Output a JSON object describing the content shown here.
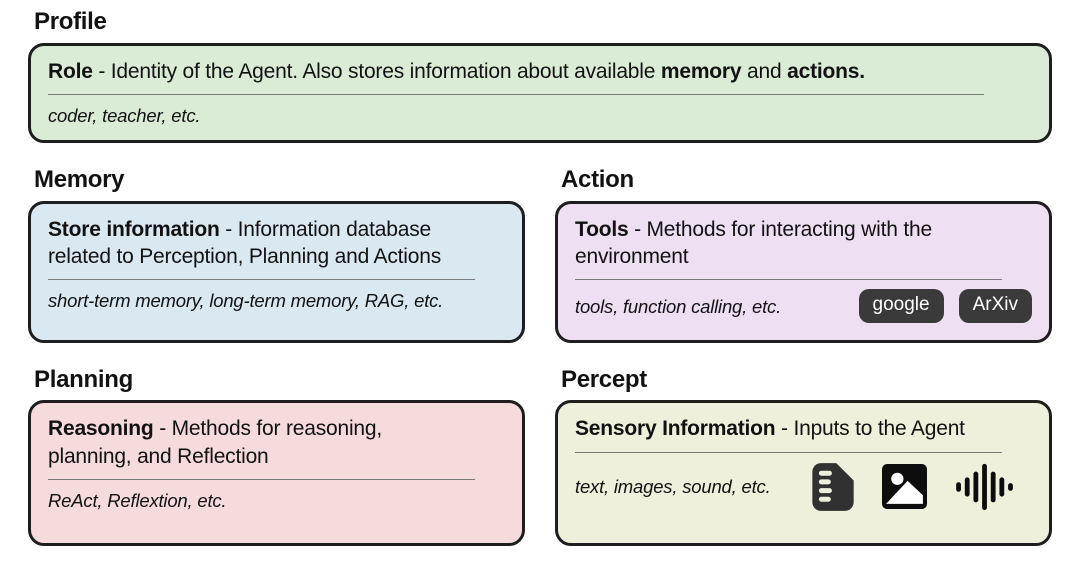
{
  "colors": {
    "border": "#1e1e1e",
    "divider": "#7a7a7a",
    "text": "#121212",
    "chip_bg": "#3a3a3a",
    "chip_text": "#ffffff",
    "file_icon": "#313131",
    "file_icon_dash": "#eff0dc",
    "image_icon": "#0d0d0d",
    "waveform_icon": "#0d0d0d"
  },
  "profile": {
    "heading": "Profile",
    "term": "Role",
    "sep": " - ",
    "desc_pre": "Identity of the Agent. Also stores information about available ",
    "bold_memory": "memory",
    "desc_mid": " and ",
    "bold_actions": "actions.",
    "example": "coder, teacher, etc.",
    "bg": "#daecd6"
  },
  "memory": {
    "heading": "Memory",
    "term": "Store information",
    "sep": " - ",
    "desc": "Information database\nrelated to Perception, Planning and Actions",
    "example": "short-term memory, long-term memory, RAG, etc.",
    "bg": "#dae8f1"
  },
  "action": {
    "heading": "Action",
    "term": "Tools",
    "sep": " - ",
    "desc": "Methods for interacting with the\nenvironment",
    "example": "tools, function calling, etc.",
    "chips": [
      "google",
      "ArXiv"
    ],
    "bg": "#eedff3"
  },
  "planning": {
    "heading": "Planning",
    "term": "Reasoning",
    "sep": " - ",
    "desc": "Methods for reasoning,\nplanning, and Reflection",
    "example": "ReAct, Reflextion, etc.",
    "bg": "#f5dbdb"
  },
  "percept": {
    "heading": "Percept",
    "term": "Sensory Information",
    "sep": " - ",
    "desc": "Inputs to the Agent",
    "example": "text, images, sound, etc.",
    "icons": [
      "file-text-icon",
      "image-icon",
      "audio-waveform-icon"
    ],
    "bg": "#eff0dc"
  }
}
